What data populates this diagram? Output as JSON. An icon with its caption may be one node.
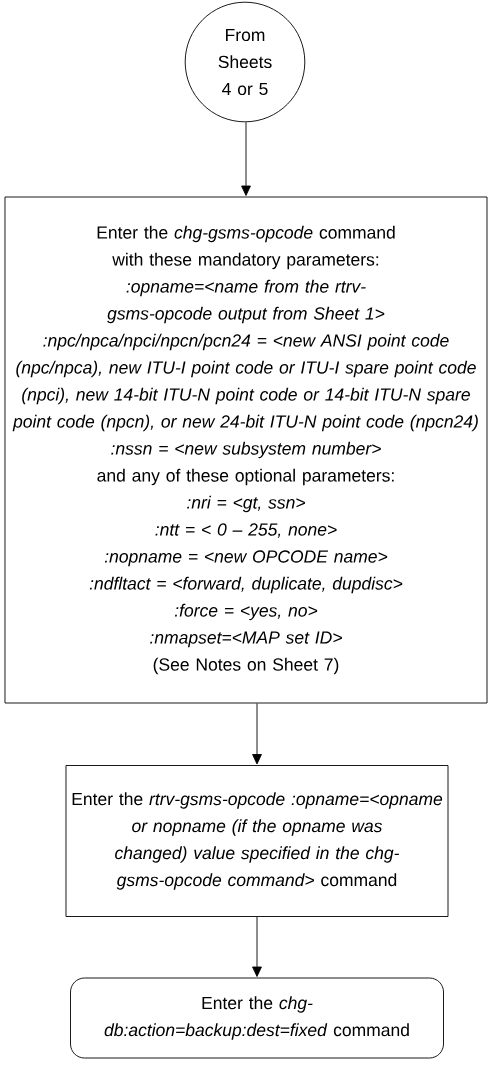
{
  "diagram": {
    "nodes": [
      {
        "text": [
          "From Sheets 4 or 5"
        ]
      },
      {
        "text": [
          "Enter the *chg-gsms-opcode* command with these mandatory parameters:",
          ":opname=<name from the rtrv-gsms-opcode output from Sheet 1>",
          ":npc/npca/npci/npcn/pcn24 = <new ANSI point code (npc/npca), new ITU-I point code or ITU-I spare point code (npci), new 14-bit ITU-N point code or 14-bit ITU-N spare point code (npcn), or new 24-bit ITU-N point code (npcn24)",
          ":nssn = <new subsystem number>",
          "and any of these optional parameters:",
          ":nri = <gt, ssn>",
          ":ntt = < 0 – 255, none>",
          ":nopname = <new OPCODE name>",
          ":ndfltact = <forward, duplicate, dupdisc>",
          ":force = <yes, no>",
          ":nmapset=<MAP set ID>",
          "(See Notes on Sheet 7)"
        ]
      },
      {
        "text": [
          "Enter the *rtrv-gsms-opcode :opname=<opname or nopname (if the opname was changed) value specified in the chg-gsms-opcode command>* command"
        ]
      },
      {
        "text": [
          "Enter the *chg-db:action=backup:dest=fixed* command"
        ]
      }
    ],
    "edges": [
      {
        "from": 0,
        "to": 1,
        "arrow": "to"
      },
      {
        "from": 1,
        "to": 2,
        "arrow": "to"
      },
      {
        "from": 2,
        "to": 3,
        "arrow": "to"
      }
    ]
  }
}
